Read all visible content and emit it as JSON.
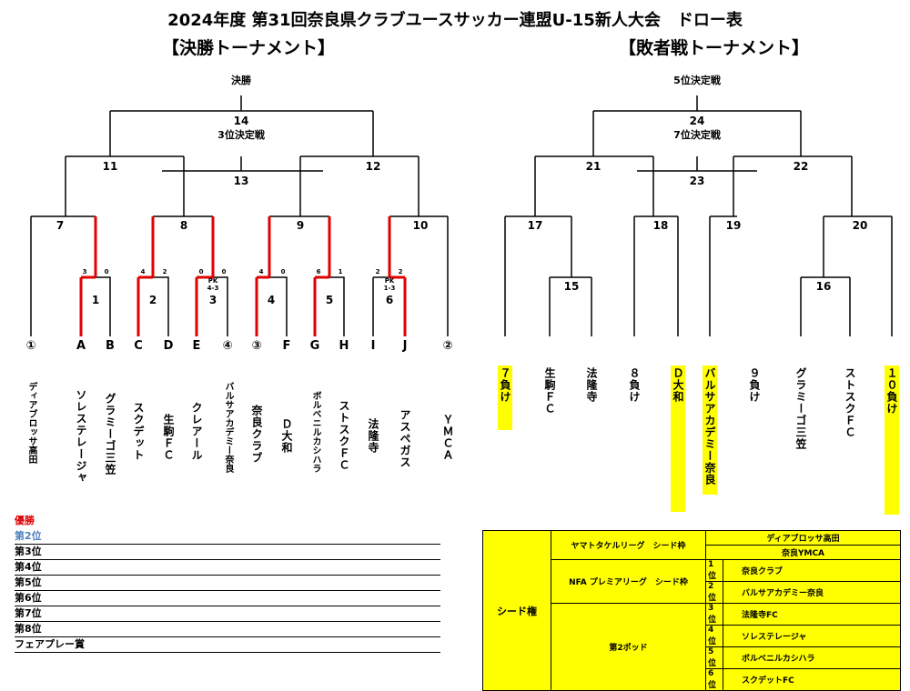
{
  "title": "2024年度 第31回奈良県クラブユースサッカー連盟U-15新人大会　ドロー表",
  "main": {
    "heading": "【決勝トーナメント】",
    "final_label": "決勝",
    "third_label": "3位決定戦",
    "matches": {
      "m1": "1",
      "m2": "2",
      "m3": "3",
      "m4": "4",
      "m5": "5",
      "m6": "6",
      "m7": "7",
      "m8": "8",
      "m9": "9",
      "m10": "10",
      "m11": "11",
      "m12": "12",
      "m13": "13",
      "m14": "14"
    },
    "scores": {
      "m1a": "3",
      "m1b": "0",
      "m2a": "4",
      "m2b": "2",
      "m3a": "0",
      "m3b": "0",
      "m3pk": "PK\n4-3",
      "m4a": "4",
      "m4b": "0",
      "m5a": "6",
      "m5b": "1",
      "m6a": "2",
      "m6b": "2",
      "m6pk": "PK\n1-3"
    },
    "slots": [
      "①",
      "A",
      "B",
      "C",
      "D",
      "E",
      "④",
      "③",
      "F",
      "G",
      "H",
      "I",
      "J",
      "②"
    ],
    "teams": [
      "ディアブロッサ高田",
      "ソレステレージャ",
      "グラミーゴ三笠",
      "スクデット",
      "生駒ＦＣ",
      "クレアール",
      "バルサアカデミー奈良",
      "奈良クラブ",
      "Ｄ大和",
      "ボルベニルカシハラ",
      "ストスクＦＣ",
      "法隆寺",
      "アスペガス",
      "ＹＭＣＡ"
    ]
  },
  "consolation": {
    "heading": "【敗者戦トーナメント】",
    "fifth_label": "5位決定戦",
    "seventh_label": "7位決定戦",
    "matches": {
      "m15": "15",
      "m16": "16",
      "m17": "17",
      "m18": "18",
      "m19": "19",
      "m20": "20",
      "m21": "21",
      "m22": "22",
      "m23": "23",
      "m24": "24"
    },
    "entries": [
      "７負け",
      "生駒ＦＣ",
      "法隆寺",
      "８負け",
      "Ｄ大和",
      "バルサアカデミー奈良",
      "９負け",
      "グラミーゴ三笠",
      "ストスクＦＣ",
      "１０負け"
    ]
  },
  "results": {
    "champion": "優勝",
    "rows": [
      "第2位",
      "第3位",
      "第4位",
      "第5位",
      "第6位",
      "第7位",
      "第8位",
      "フェアプレー賞"
    ]
  },
  "seeds": {
    "label": "シード権",
    "yamato": "ヤマトタケルリーグ　シード枠",
    "nfa": "NFA プレミアリーグ　シード枠",
    "pod": "第2ポッド",
    "yamato_teams": [
      "ディアブロッサ高田",
      "奈良YMCA"
    ],
    "ranked": [
      {
        "rank": "1位",
        "team": "奈良クラブ"
      },
      {
        "rank": "2位",
        "team": "バルサアカデミー奈良"
      },
      {
        "rank": "3位",
        "team": "法隆寺FC"
      },
      {
        "rank": "4位",
        "team": "ソレステレージャ"
      },
      {
        "rank": "5位",
        "team": "ボルベニルカシハラ"
      },
      {
        "rank": "6位",
        "team": "スクデットFC"
      }
    ]
  },
  "colors": {
    "line": "#000000",
    "win": "#e00000",
    "highlight": "#ffff00",
    "champion": "#e00000",
    "second": "#4f81bd"
  }
}
